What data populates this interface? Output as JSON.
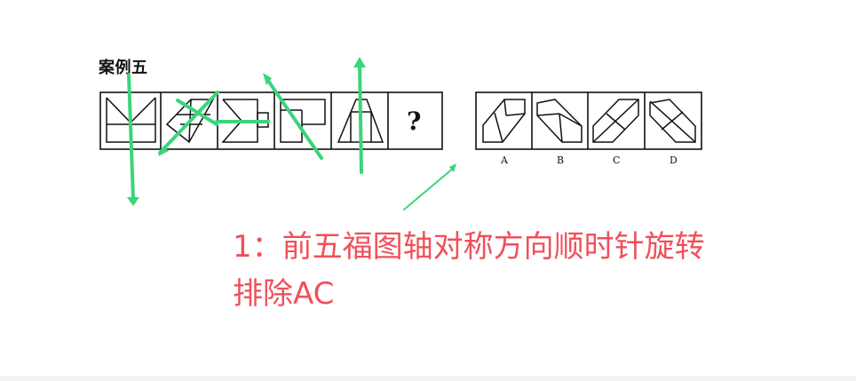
{
  "case_title": "案例五",
  "question_mark": "?",
  "options": [
    "A",
    "B",
    "C",
    "D"
  ],
  "note": {
    "line1": "1：前五福图轴对称方向顺时针旋转",
    "line2": "排除AC",
    "color": "#f0505a"
  },
  "annotation_color": "#3cd47a"
}
